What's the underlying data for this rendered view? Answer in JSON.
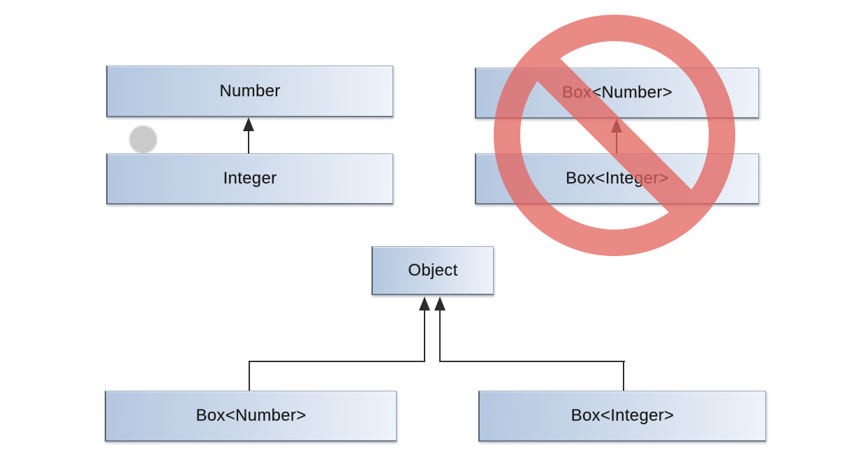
{
  "colors": {
    "background": "#ffffff",
    "box_fill_dark": "#b3c7e0",
    "box_fill_mid": "#ccd9ea",
    "box_fill_light": "#eff3fa",
    "box_border": "#8fa2b8",
    "box_border_dark": "#5a646f",
    "line": "#2b2b2b",
    "prohibition_red": "#e4635d",
    "dot_gray": "#cacaca",
    "text": "#191919"
  },
  "top_left": {
    "parent_label": "Number",
    "child_label": "Integer"
  },
  "top_right": {
    "parent_label": "Box<Number>",
    "child_label": "Box<Integer>",
    "prohibition": "not-allowed"
  },
  "bottom": {
    "root_label": "Object",
    "left_label": "Box<Number>",
    "right_label": "Box<Integer>"
  }
}
